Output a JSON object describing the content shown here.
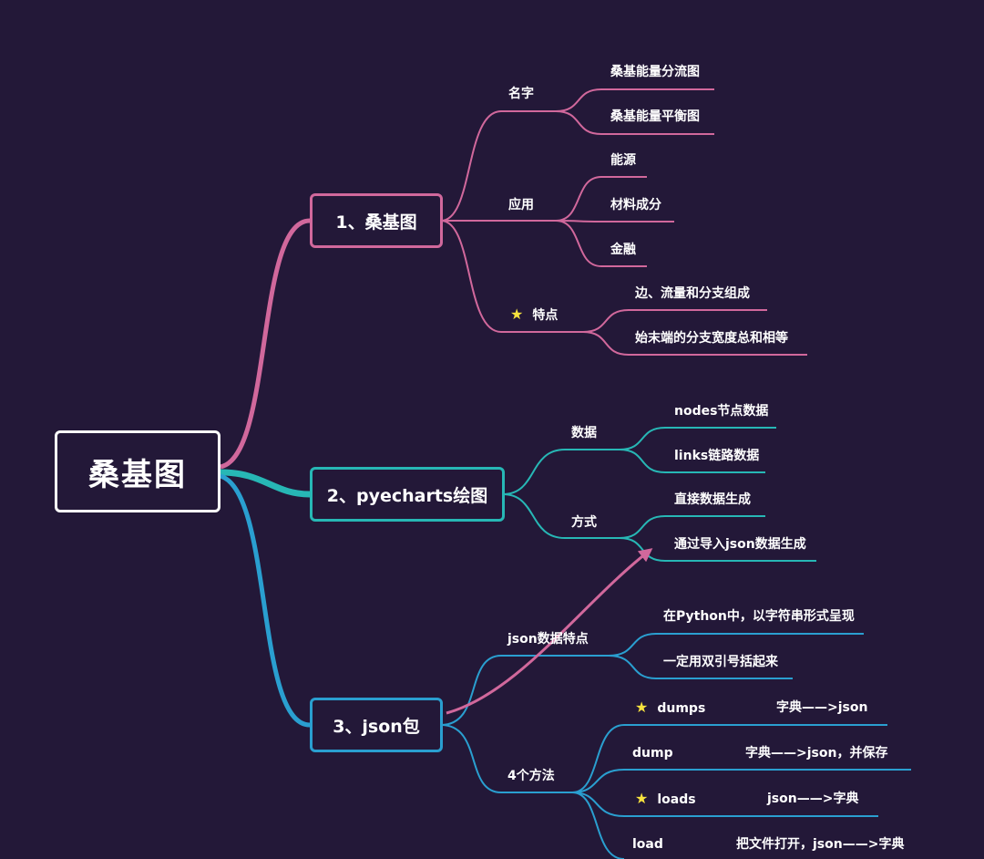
{
  "colors": {
    "background": "#231838",
    "pink": "#d1689c",
    "teal": "#27b7b5",
    "blue": "#2a9fd0",
    "star": "#f7e23e"
  },
  "root": {
    "label": "桑基图"
  },
  "branches": {
    "b1": {
      "label": "1、桑基图",
      "name": {
        "label": "名字",
        "children": [
          "桑基能量分流图",
          "桑基能量平衡图"
        ]
      },
      "usage": {
        "label": "应用",
        "children": [
          "能源",
          "材料成分",
          "金融"
        ]
      },
      "features": {
        "label": "特点",
        "children": [
          "边、流量和分支组成",
          "始末端的分支宽度总和相等"
        ]
      }
    },
    "b2": {
      "label": "2、pyecharts绘图",
      "data": {
        "label": "数据",
        "children": [
          "nodes节点数据",
          "links链路数据"
        ]
      },
      "method": {
        "label": "方式",
        "children": [
          "直接数据生成",
          "通过导入json数据生成"
        ]
      }
    },
    "b3": {
      "label": "3、json包",
      "props": {
        "label": "json数据特点",
        "children": [
          "在Python中，以字符串形式呈现",
          "一定用双引号括起来"
        ]
      },
      "methods": {
        "label": "4个方法",
        "items": [
          {
            "name": "dumps",
            "desc": "字典——>json"
          },
          {
            "name": "dump",
            "desc": "字典——>json，并保存"
          },
          {
            "name": "loads",
            "desc": "json——>字典"
          },
          {
            "name": "load",
            "desc": "把文件打开，json——>字典"
          }
        ]
      }
    }
  }
}
